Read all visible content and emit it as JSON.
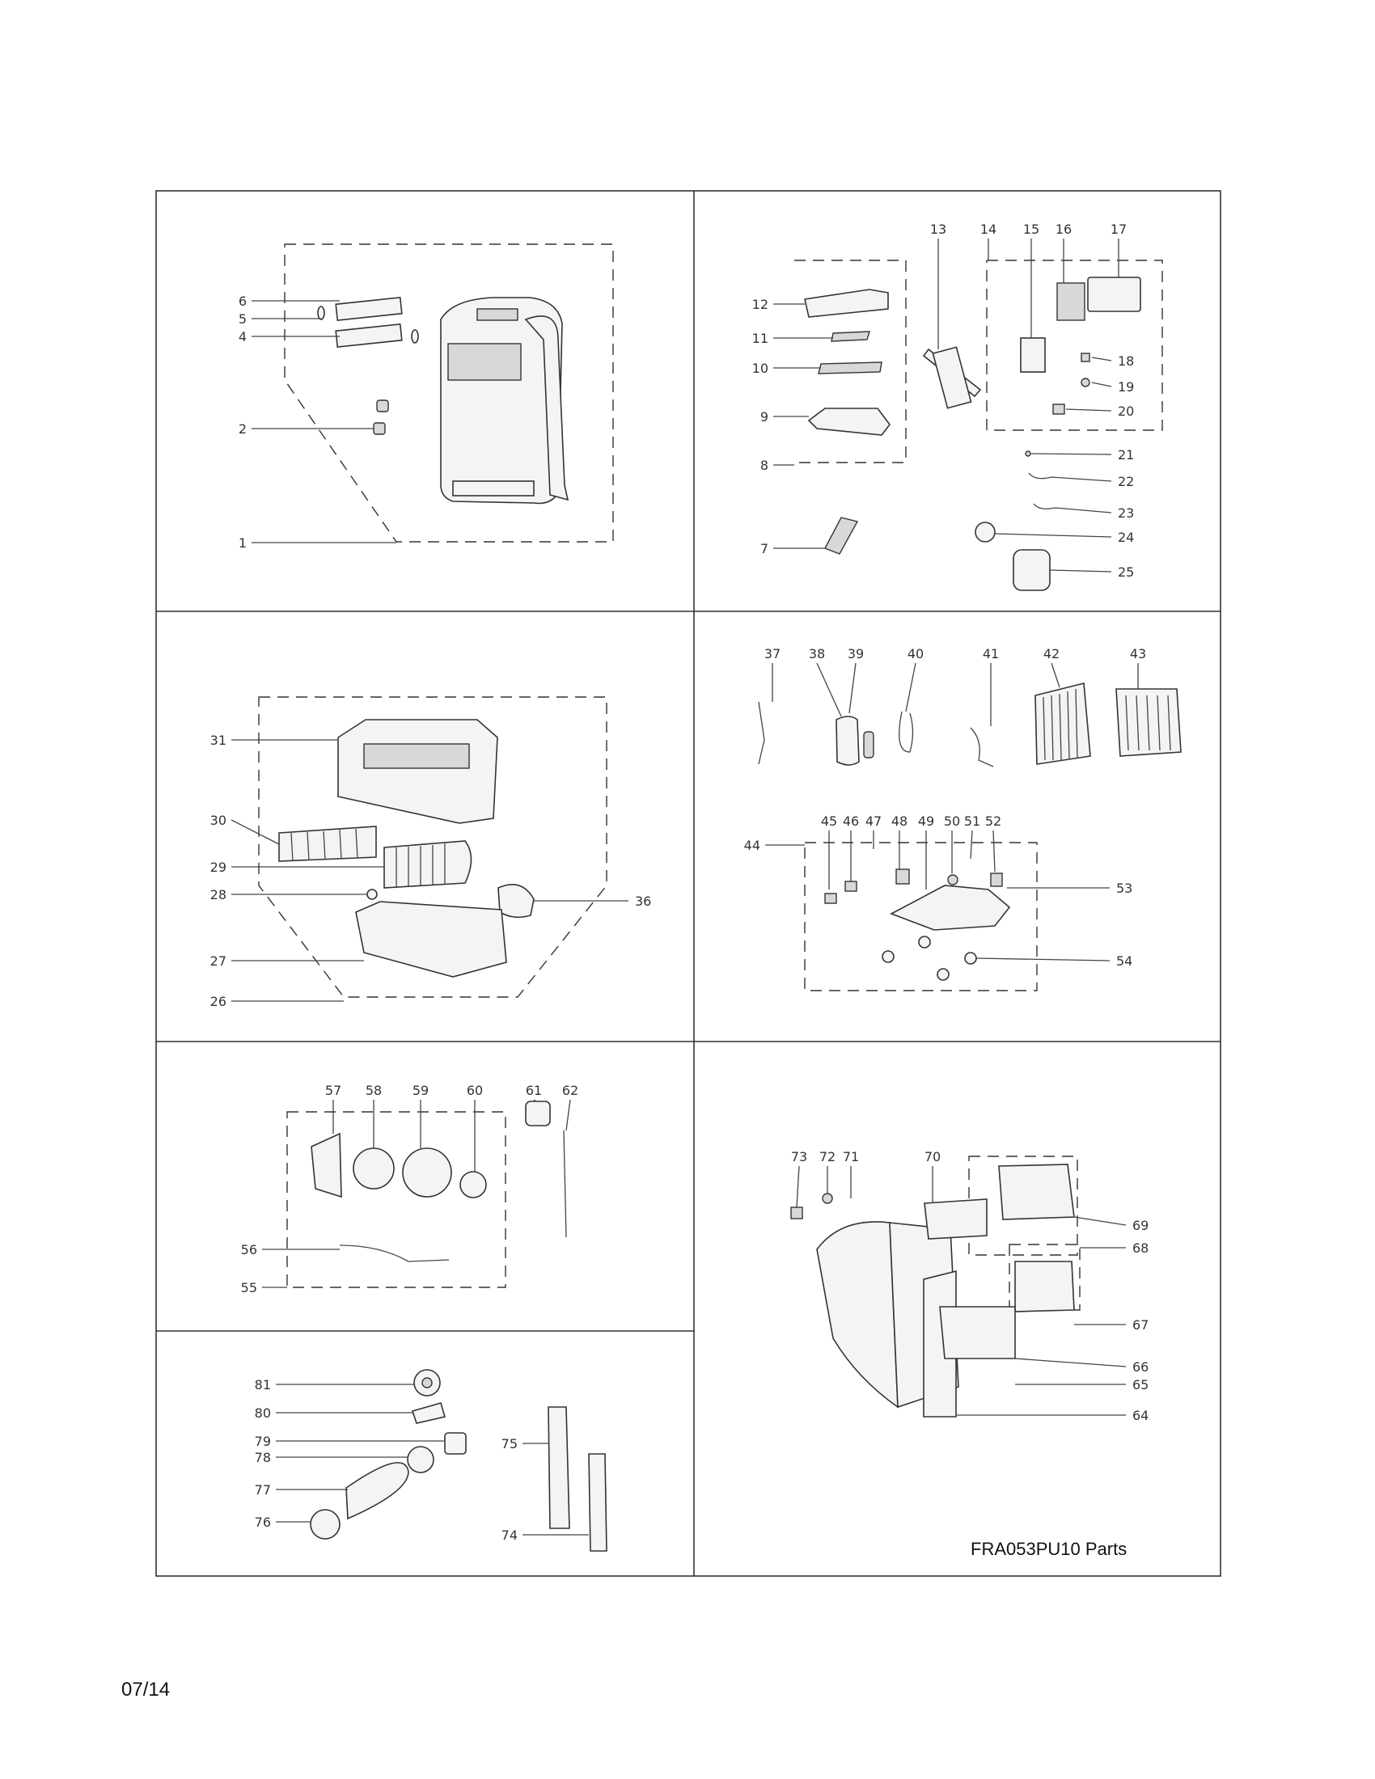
{
  "title": "FRA053PU10 Parts",
  "footer_date": "07/14",
  "callouts": [
    {
      "n": "1"
    },
    {
      "n": "2"
    },
    {
      "n": "4"
    },
    {
      "n": "5"
    },
    {
      "n": "6"
    },
    {
      "n": "7"
    },
    {
      "n": "8"
    },
    {
      "n": "9"
    },
    {
      "n": "10"
    },
    {
      "n": "11"
    },
    {
      "n": "12"
    },
    {
      "n": "13"
    },
    {
      "n": "14"
    },
    {
      "n": "15"
    },
    {
      "n": "16"
    },
    {
      "n": "17"
    },
    {
      "n": "18"
    },
    {
      "n": "19"
    },
    {
      "n": "20"
    },
    {
      "n": "21"
    },
    {
      "n": "22"
    },
    {
      "n": "23"
    },
    {
      "n": "24"
    },
    {
      "n": "25"
    },
    {
      "n": "26"
    },
    {
      "n": "27"
    },
    {
      "n": "28"
    },
    {
      "n": "29"
    },
    {
      "n": "30"
    },
    {
      "n": "31"
    },
    {
      "n": "36"
    },
    {
      "n": "37"
    },
    {
      "n": "38"
    },
    {
      "n": "39"
    },
    {
      "n": "40"
    },
    {
      "n": "41"
    },
    {
      "n": "42"
    },
    {
      "n": "43"
    },
    {
      "n": "44"
    },
    {
      "n": "45"
    },
    {
      "n": "46"
    },
    {
      "n": "47"
    },
    {
      "n": "48"
    },
    {
      "n": "49"
    },
    {
      "n": "50"
    },
    {
      "n": "51"
    },
    {
      "n": "52"
    },
    {
      "n": "53"
    },
    {
      "n": "54"
    },
    {
      "n": "55"
    },
    {
      "n": "56"
    },
    {
      "n": "57"
    },
    {
      "n": "58"
    },
    {
      "n": "59"
    },
    {
      "n": "60"
    },
    {
      "n": "61"
    },
    {
      "n": "62"
    },
    {
      "n": "64"
    },
    {
      "n": "65"
    },
    {
      "n": "66"
    },
    {
      "n": "67"
    },
    {
      "n": "68"
    },
    {
      "n": "69"
    },
    {
      "n": "70"
    },
    {
      "n": "71"
    },
    {
      "n": "72"
    },
    {
      "n": "73"
    },
    {
      "n": "74"
    },
    {
      "n": "75"
    },
    {
      "n": "76"
    },
    {
      "n": "77"
    },
    {
      "n": "78"
    },
    {
      "n": "79"
    },
    {
      "n": "80"
    },
    {
      "n": "81"
    }
  ]
}
